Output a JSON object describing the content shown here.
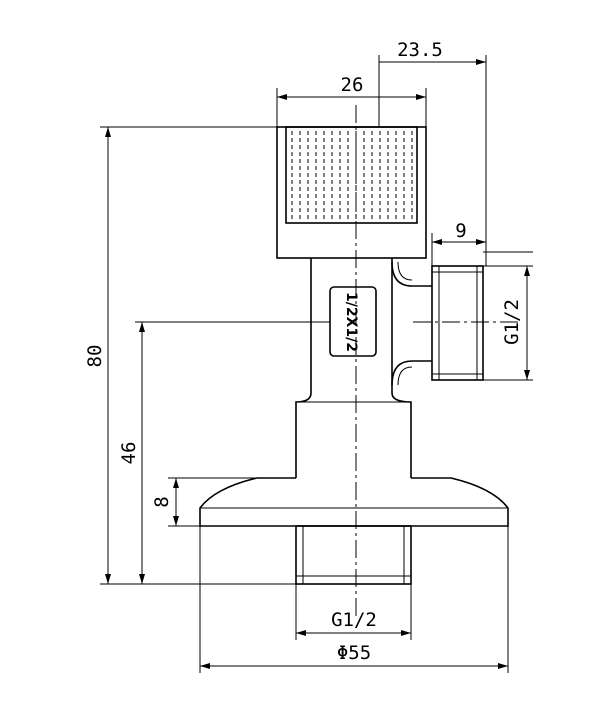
{
  "drawing": {
    "dimensions": {
      "top_offset": "23.5",
      "knob_width": "26",
      "outlet_length": "9",
      "outlet_thread": "G1/2",
      "overall_height": "80",
      "centerline_height": "46",
      "flange_thickness": "8",
      "inlet_thread": "G1/2",
      "flange_diameter": "Φ55"
    },
    "body_label": "1/2X1/2"
  }
}
